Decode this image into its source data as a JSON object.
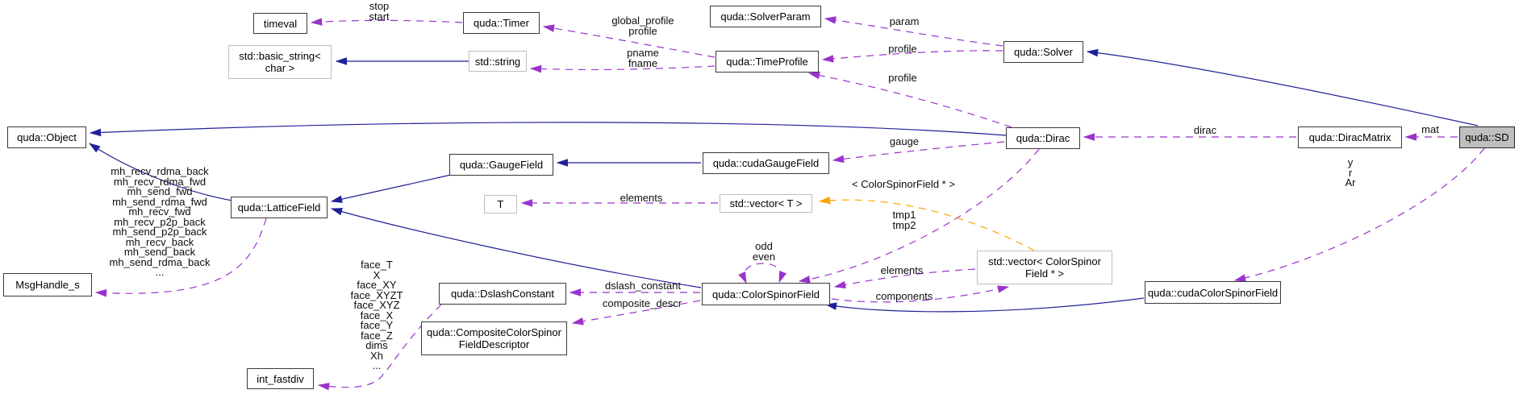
{
  "diagram": {
    "kind": "collaboration-graph",
    "highlighted_node": "quda::SD"
  },
  "colors": {
    "inheritance_edge": "#20209a",
    "usage_edge": "#9a32cd",
    "template_edge": "#ffa500",
    "class_border": "#3a3a3a",
    "external_border": "#bfbfbf",
    "highlight_fill": "#bfbfbf",
    "background": "#ffffff"
  },
  "nodes": {
    "timeval": {
      "label": "timeval"
    },
    "timer": {
      "label": "quda::Timer"
    },
    "basic_string": {
      "label": "std::basic_string<\nchar >"
    },
    "string": {
      "label": "std::string"
    },
    "solver_param": {
      "label": "quda::SolverParam"
    },
    "time_profile": {
      "label": "quda::TimeProfile"
    },
    "solver": {
      "label": "quda::Solver"
    },
    "object": {
      "label": "quda::Object"
    },
    "dirac": {
      "label": "quda::Dirac"
    },
    "dirac_matrix": {
      "label": "quda::DiracMatrix"
    },
    "sd": {
      "label": "quda::SD"
    },
    "lattice_field": {
      "label": "quda::LatticeField"
    },
    "gauge_field": {
      "label": "quda::GaugeField"
    },
    "cuda_gauge_field": {
      "label": "quda::cudaGaugeField"
    },
    "t": {
      "label": "T"
    },
    "vector_t": {
      "label": "std::vector< T >"
    },
    "msg_handle": {
      "label": "MsgHandle_s"
    },
    "color_spinor_field": {
      "label": "quda::ColorSpinorField"
    },
    "dslash_constant": {
      "label": "quda::DslashConstant"
    },
    "composite_descriptor": {
      "label": "quda::CompositeColorSpinor\nFieldDescriptor"
    },
    "vector_color_spinor": {
      "label": "std::vector< ColorSpinor\nField * >"
    },
    "cuda_color_spinor_field": {
      "label": "quda::cudaColorSpinorField"
    },
    "int_fastdiv": {
      "label": "int_fastdiv"
    }
  },
  "edge_labels": {
    "stop_start": "stop\nstart",
    "global_profile": "global_profile\nprofile",
    "pname_fname": "pname\nfname",
    "param": "param",
    "profile_solver": "profile",
    "profile_dirac": "profile",
    "dirac": "dirac",
    "mat": "mat",
    "y_r_ar": "y\nr\nAr",
    "gauge": "gauge",
    "template_args": "< ColorSpinorField * >",
    "tmp": "tmp1\ntmp2",
    "odd_even": "odd\neven",
    "elements_t": "elements",
    "elements_csf": "elements",
    "components": "components",
    "dslash_constant": "dslash_constant",
    "composite_descr": "composite_descr",
    "mh_handles": "mh_recv_rdma_back\nmh_recv_rdma_fwd\nmh_send_fwd\nmh_send_rdma_fwd\nmh_recv_fwd\nmh_recv_p2p_back\nmh_send_p2p_back\nmh_recv_back\nmh_send_back\nmh_send_rdma_back\n...",
    "face_constants": "face_T\nX\nface_XY\nface_XYZT\nface_XYZ\nface_X\nface_Y\nface_Z\ndims\nXh\n..."
  }
}
